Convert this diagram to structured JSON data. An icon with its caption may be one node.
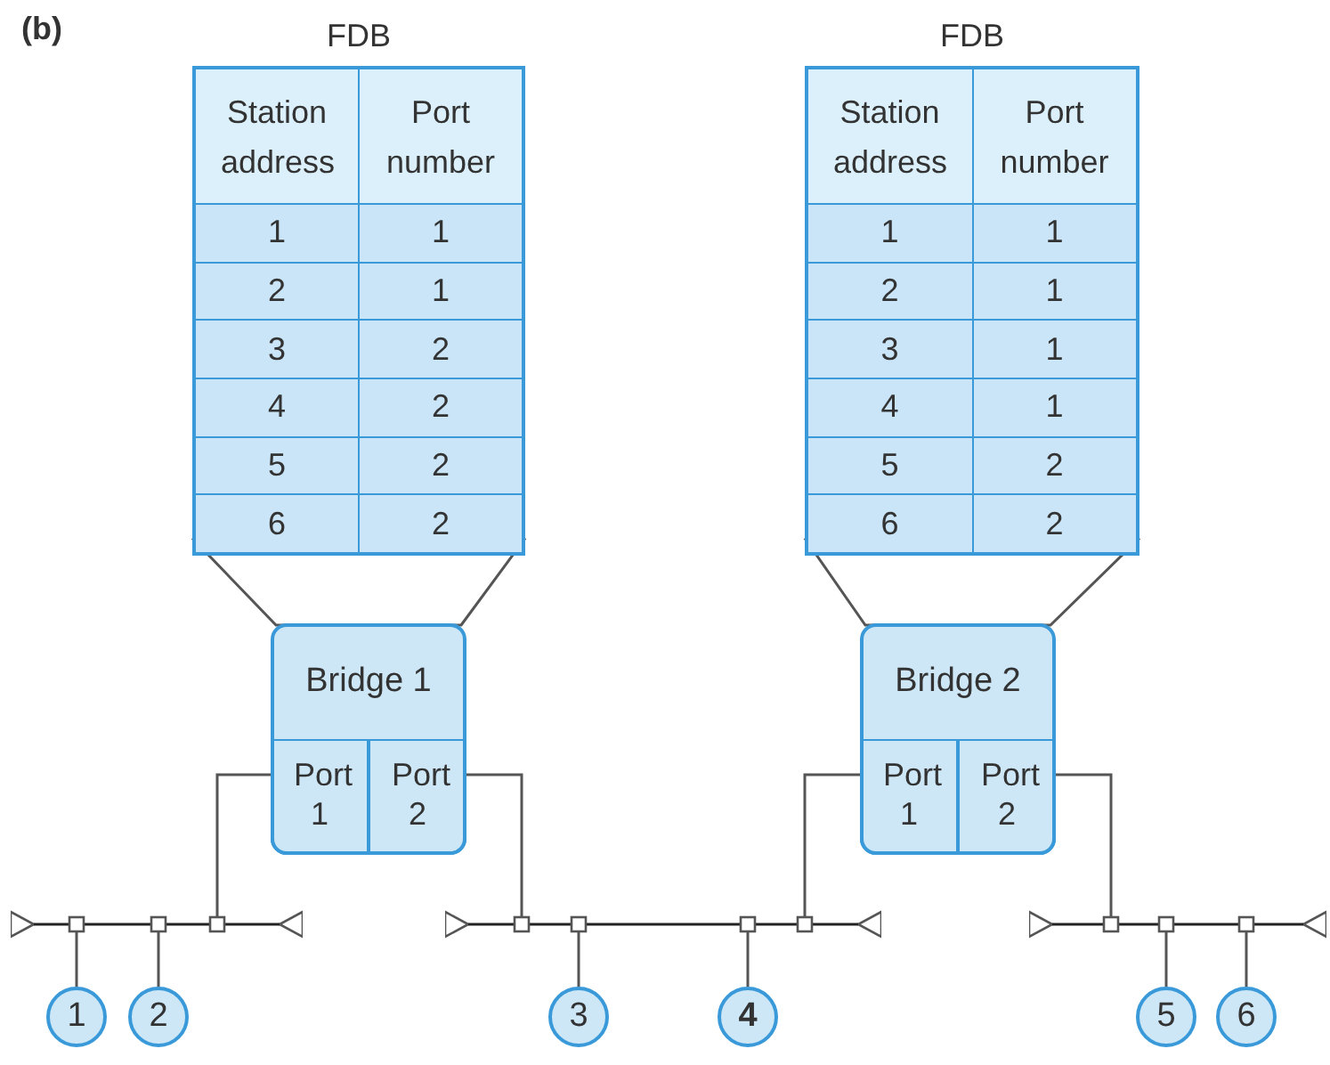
{
  "diagram": {
    "nodes": [
      {
        "text": [
          "FDB",
          "Station address",
          "Port number",
          "1",
          "1",
          "2",
          "1",
          "3",
          "2",
          "4",
          "2",
          "5",
          "2",
          "6",
          "2"
        ]
      },
      {
        "text": [
          "FDB",
          "Station address",
          "Port number",
          "1",
          "1",
          "2",
          "1",
          "3",
          "1",
          "4",
          "1",
          "5",
          "2",
          "6",
          "2"
        ]
      },
      {
        "text": [
          "Bridge 1"
        ]
      },
      {
        "text": [
          "Port 1"
        ],
        "in": 2
      },
      {
        "text": [
          "Port 2"
        ],
        "in": 2
      },
      {
        "text": [
          "Bridge 2"
        ]
      },
      {
        "text": [
          "Port 1"
        ],
        "in": 5
      },
      {
        "text": [
          "Port 2"
        ],
        "in": 5
      },
      {
        "text": [],
        "shape": "bar"
      },
      {
        "text": [],
        "shape": "bar"
      },
      {
        "text": [],
        "shape": "bar"
      },
      {
        "text": [
          "1"
        ]
      },
      {
        "text": [
          "2"
        ]
      },
      {
        "text": [
          "3"
        ]
      },
      {
        "text": [
          "4"
        ]
      },
      {
        "text": [
          "5"
        ]
      },
      {
        "text": [
          "6"
        ]
      }
    ],
    "edges": [
      {
        "from": 0,
        "to": 2,
        "arrow": "none"
      },
      {
        "from": 1,
        "to": 5,
        "arrow": "none"
      },
      {
        "from": 3,
        "to": 8,
        "arrow": "none"
      },
      {
        "from": 4,
        "to": 9,
        "arrow": "none"
      },
      {
        "from": 6,
        "to": 9,
        "arrow": "none"
      },
      {
        "from": 7,
        "to": 10,
        "arrow": "none"
      },
      {
        "from": 8,
        "to": 11,
        "arrow": "none"
      },
      {
        "from": 8,
        "to": 12,
        "arrow": "none"
      },
      {
        "from": 9,
        "to": 13,
        "arrow": "none"
      },
      {
        "from": 9,
        "to": 14,
        "arrow": "none"
      },
      {
        "from": 10,
        "to": 15,
        "arrow": "none"
      },
      {
        "from": 10,
        "to": 16,
        "arrow": "none"
      }
    ],
    "labels": [
      "(b)"
    ]
  }
}
